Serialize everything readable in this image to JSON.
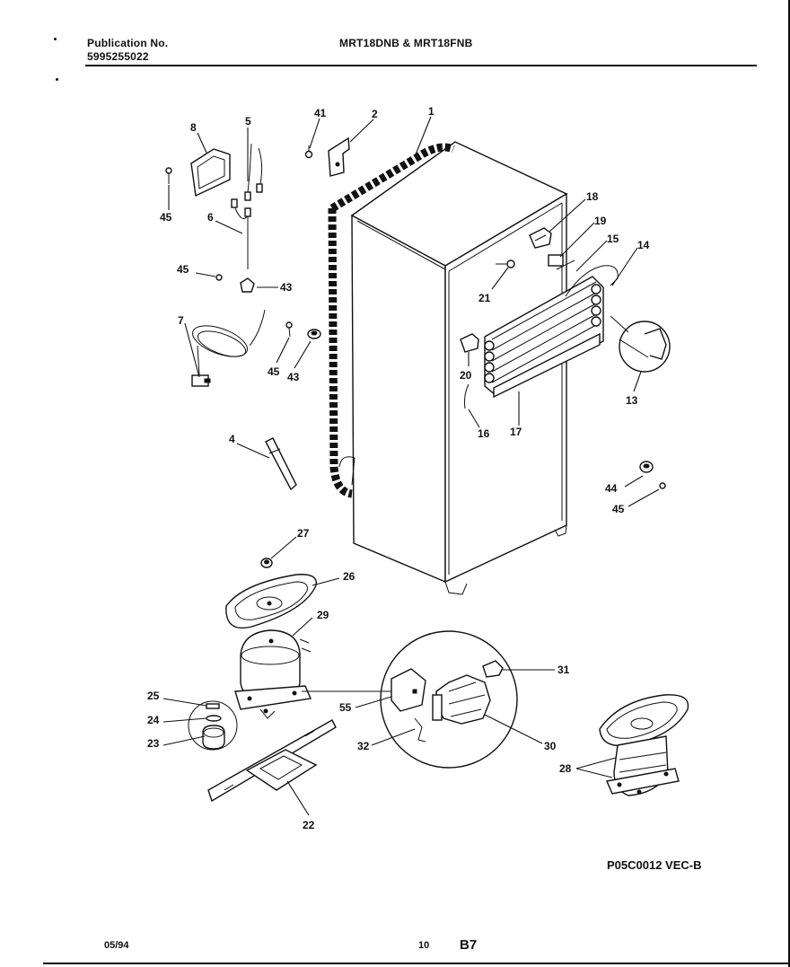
{
  "header": {
    "publication_label": "Publication No.",
    "publication_number": "5995255022",
    "models": "MRT18DNB & MRT18FNB"
  },
  "footer": {
    "date": "05/94",
    "page_number": "10",
    "section": "B7",
    "drawing_code": "P05C0012 VEC-B"
  },
  "callouts": {
    "c1": "1",
    "c2": "2",
    "c41": "41",
    "c5": "5",
    "c8": "8",
    "c45a": "45",
    "c6": "6",
    "c45b": "45",
    "c43a": "43",
    "c7": "7",
    "c45c": "45",
    "c43b": "43",
    "c4": "4",
    "c18": "18",
    "c19": "19",
    "c15": "15",
    "c14": "14",
    "c21": "21",
    "c20": "20",
    "c16": "16",
    "c17": "17",
    "c13": "13",
    "c44": "44",
    "c45d": "45",
    "c27": "27",
    "c26": "26",
    "c29": "29",
    "c25": "25",
    "c24": "24",
    "c23": "23",
    "c55": "55",
    "c31": "31",
    "c32": "32",
    "c30": "30",
    "c22": "22",
    "c28": "28"
  }
}
